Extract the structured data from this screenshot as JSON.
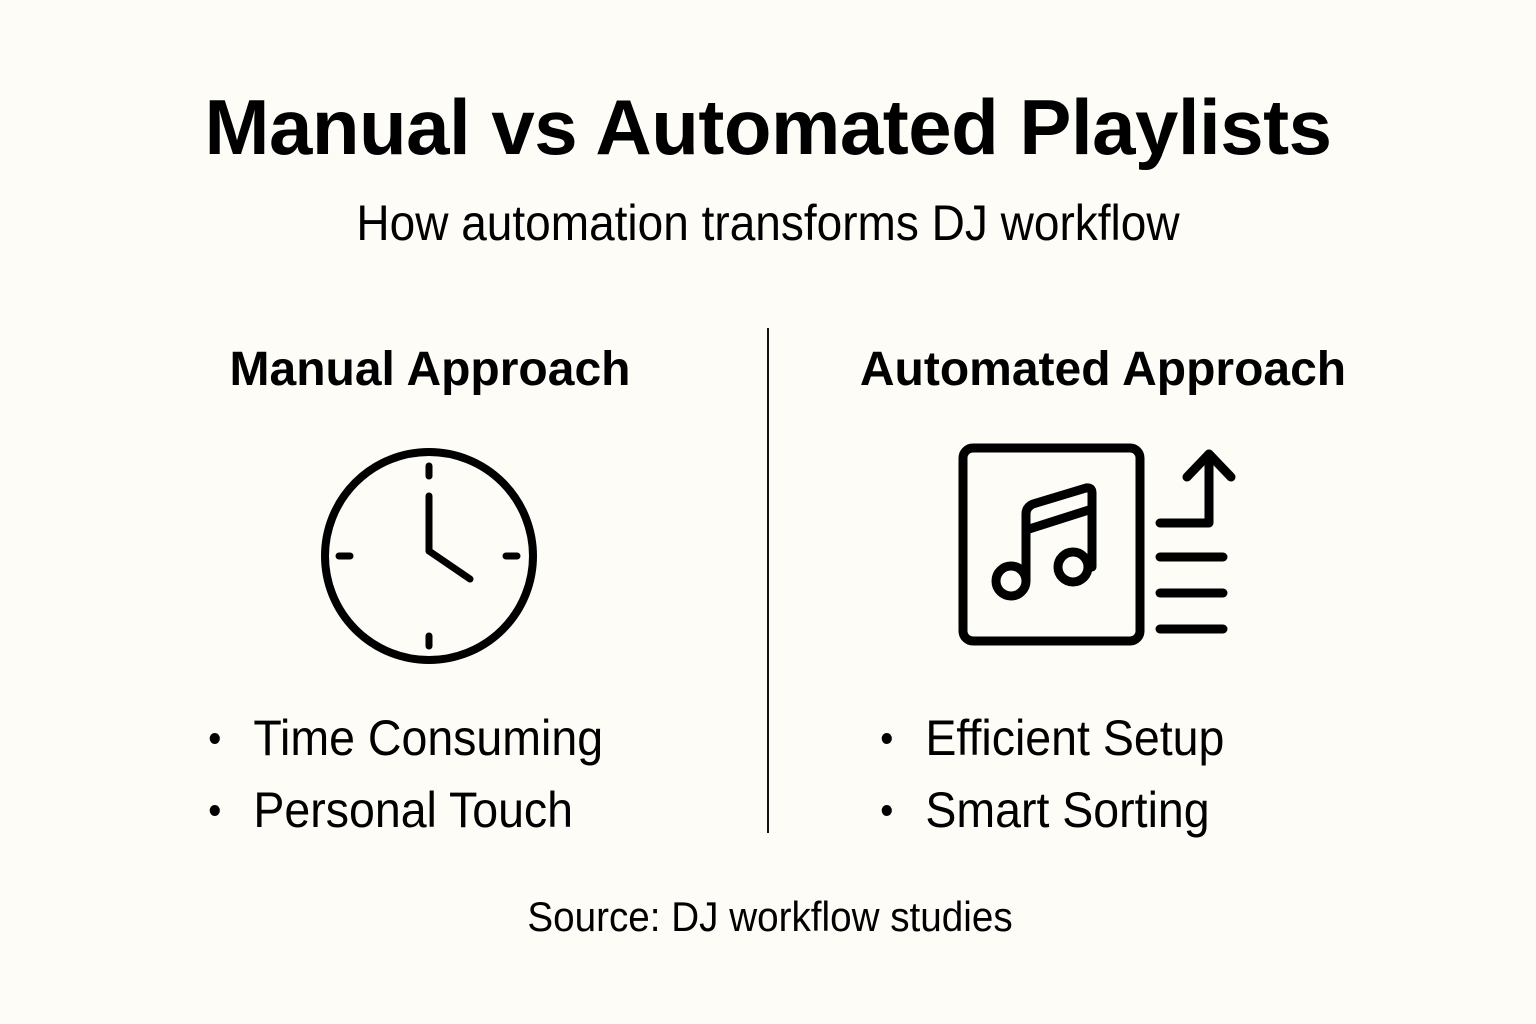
{
  "header": {
    "title": "Manual vs Automated Playlists",
    "subtitle": "How automation transforms DJ workflow"
  },
  "columns": {
    "manual": {
      "heading": "Manual Approach",
      "icon": "clock-icon",
      "bullets": [
        "Time Consuming",
        "Personal Touch"
      ]
    },
    "automated": {
      "heading": "Automated Approach",
      "icon": "music-playlist-sort-icon",
      "bullets": [
        "Efficient Setup",
        "Smart Sorting"
      ]
    }
  },
  "footer": {
    "source": "Source: DJ workflow studies"
  },
  "colors": {
    "background": "#fdfcf7",
    "foreground": "#000000"
  }
}
